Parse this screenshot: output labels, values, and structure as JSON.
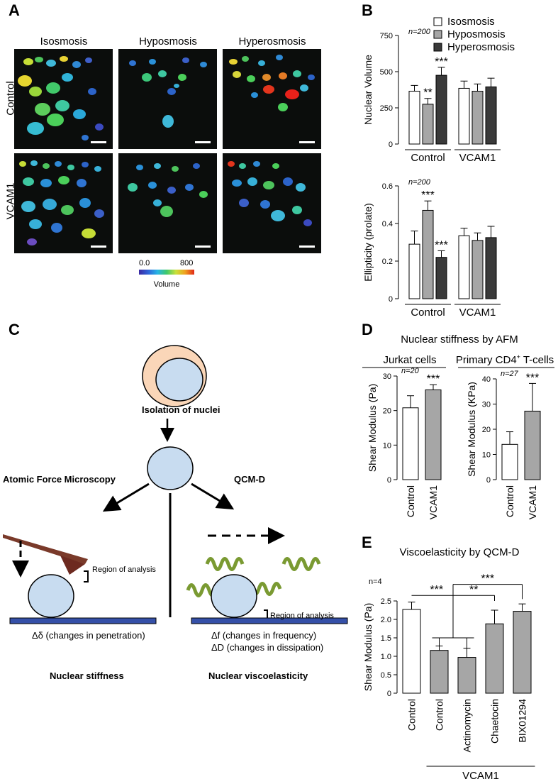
{
  "panels": {
    "a": "A",
    "b": "B",
    "c": "C",
    "d": "D",
    "e": "E"
  },
  "panel_a": {
    "columns": [
      "Isosmosis",
      "Hyposmosis",
      "Hyperosmosis"
    ],
    "rows": [
      "Control",
      "VCAM1"
    ],
    "colorbar": {
      "min_label": "0.0",
      "max_label": "800",
      "title": "Volume"
    }
  },
  "panel_c": {
    "isolation": "Isolation of nuclei",
    "afm": "Atomic Force Microscopy",
    "qcmd": "QCM-D",
    "region_left": "Region of analysis",
    "region_right": "Region of analysis",
    "delta_delta": "Δδ (changes in penetration)",
    "delta_f": "Δf (changes in frequency)",
    "delta_D": "ΔD (changes in dissipation)",
    "nuclear_stiffness": "Nuclear stiffness",
    "nuclear_viscoelasticity": "Nuclear viscoelasticity"
  },
  "panel_d_title": "Nuclear stiffness by AFM",
  "panel_e_title": "Viscoelasticity by QCM-D",
  "chart_data": [
    {
      "id": "B-top",
      "type": "bar",
      "ylabel": "Nuclear Volume",
      "ylim": [
        0,
        750
      ],
      "yticks": [
        0,
        250,
        500,
        750
      ],
      "n_label": "n=200",
      "groups": [
        "Control",
        "VCAM1"
      ],
      "legend": [
        "Isosmosis",
        "Hyposmosis",
        "Hyperosmosis"
      ],
      "legend_colors": [
        "#ffffff",
        "#a6a6a6",
        "#3a3a3a"
      ],
      "series": [
        {
          "name": "Isosmosis",
          "values": [
            365,
            385
          ],
          "errors": [
            40,
            50
          ]
        },
        {
          "name": "Hyposmosis",
          "values": [
            275,
            365
          ],
          "errors": [
            40,
            50
          ]
        },
        {
          "name": "Hyperosmosis",
          "values": [
            475,
            395
          ],
          "errors": [
            55,
            60
          ]
        }
      ],
      "significance": [
        "",
        "",
        "**",
        "",
        "***",
        ""
      ]
    },
    {
      "id": "B-bottom",
      "type": "bar",
      "ylabel": "Ellipticity (prolate)",
      "ylim": [
        0,
        0.6
      ],
      "yticks": [
        0,
        0.2,
        0.4,
        0.6
      ],
      "ytick_labels": [
        "0",
        "0.2",
        "0.4",
        "0.6"
      ],
      "n_label": "n=200",
      "groups": [
        "Control",
        "VCAM1"
      ],
      "series": [
        {
          "name": "Isosmosis",
          "values": [
            0.29,
            0.335
          ],
          "errors": [
            0.07,
            0.04
          ]
        },
        {
          "name": "Hyposmosis",
          "values": [
            0.47,
            0.31
          ],
          "errors": [
            0.05,
            0.04
          ]
        },
        {
          "name": "Hyperosmosis",
          "values": [
            0.22,
            0.325
          ],
          "errors": [
            0.035,
            0.06
          ]
        }
      ],
      "significance": [
        "",
        "",
        "***",
        "",
        "***",
        ""
      ]
    },
    {
      "id": "D-left",
      "type": "bar",
      "header": "Jurkat cells",
      "ylabel": "Shear Modulus (Pa)",
      "ylim": [
        0,
        30
      ],
      "yticks": [
        0,
        10,
        20,
        30
      ],
      "n_label": "n=20",
      "categories": [
        "Control",
        "VCAM1"
      ],
      "values": [
        20.8,
        26
      ],
      "errors": [
        3.5,
        1.5
      ],
      "colors": [
        "#ffffff",
        "#a6a6a6"
      ],
      "significance": [
        "",
        "***"
      ]
    },
    {
      "id": "D-right",
      "type": "bar",
      "header_main": "Primary CD4",
      "header_sup": "+",
      "header_tail": " T-cells",
      "ylabel": "Shear Modulus (KPa)",
      "ylim": [
        0,
        40
      ],
      "yticks": [
        0,
        10,
        20,
        30,
        40
      ],
      "n_label": "n=27",
      "categories": [
        "Control",
        "VCAM1"
      ],
      "values": [
        14,
        27.2
      ],
      "errors": [
        5,
        11
      ],
      "colors": [
        "#ffffff",
        "#a6a6a6"
      ],
      "significance": [
        "",
        "***"
      ]
    },
    {
      "id": "E",
      "type": "bar",
      "ylabel": "Shear Modulus (Pa)",
      "ylim": [
        0,
        2.5
      ],
      "yticks": [
        0,
        0.5,
        1.0,
        1.5,
        2.0,
        2.5
      ],
      "ytick_labels": [
        "0",
        "0.5",
        "1.0",
        "1.5",
        "2.0",
        "2.5"
      ],
      "n_label": "n=4",
      "categories": [
        "Control",
        "Control",
        "Actinomycin",
        "Chaetocin",
        "BIX01294"
      ],
      "values": [
        2.27,
        1.16,
        0.97,
        1.88,
        2.22
      ],
      "errors": [
        0.2,
        0.12,
        0.25,
        0.37,
        0.2
      ],
      "colors": [
        "#ffffff",
        "#a6a6a6",
        "#a6a6a6",
        "#a6a6a6",
        "#a6a6a6"
      ],
      "group_label": "VCAM1",
      "significance": [
        "***",
        "**",
        "***"
      ]
    }
  ]
}
